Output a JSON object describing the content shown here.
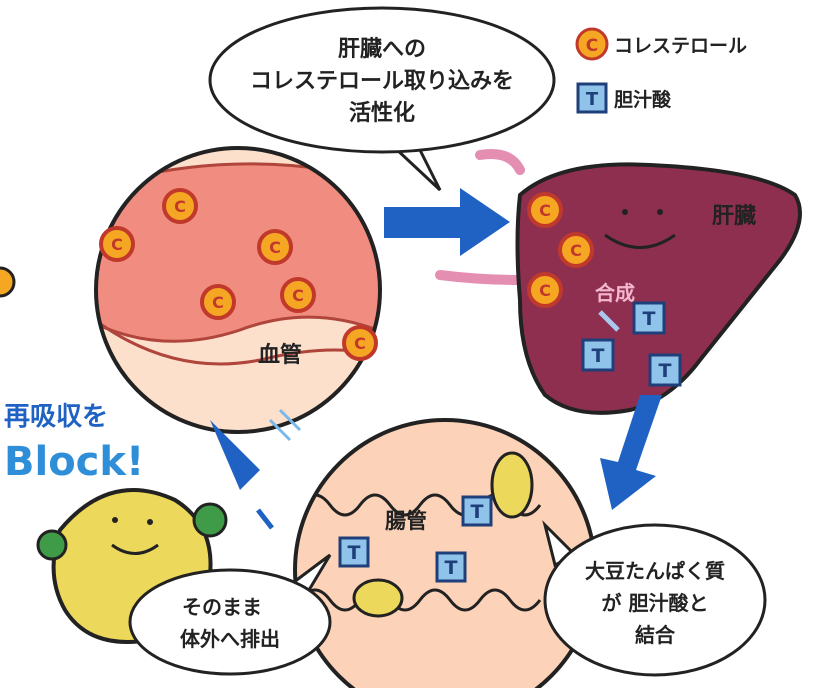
{
  "legend": {
    "cholesterol_symbol": "C",
    "cholesterol_label": "コレステロール",
    "bile_acid_symbol": "T",
    "bile_acid_label": "胆汁酸"
  },
  "bubbles": {
    "top_line1": "肝臓への",
    "top_line2": "コレステロール取り込みを",
    "top_line3": "活性化",
    "bottom_left_line1": "そのまま",
    "bottom_left_line2": "体外へ排出",
    "bottom_right_line1": "大豆たんぱく質",
    "bottom_right_line2": "が 胆汁酸と",
    "bottom_right_line3": "結合"
  },
  "labels": {
    "blood_vessel": "血管",
    "liver": "肝臓",
    "synthesis": "合成",
    "intestine": "腸管",
    "reabsorption": "再吸収を",
    "block": "Block!"
  },
  "colors": {
    "vessel_fill": "#f08c80",
    "vessel_bg": "#fce0cc",
    "liver_fill": "#8e2f4f",
    "arrow_blue": "#1f62c4",
    "bean_yellow": "#ecd85a",
    "hand_green": "#3f9b48",
    "intestine_fill": "#fcd2b8",
    "cholesterol_fill": "#f5a623",
    "bile_fill": "#8fc3ea"
  }
}
